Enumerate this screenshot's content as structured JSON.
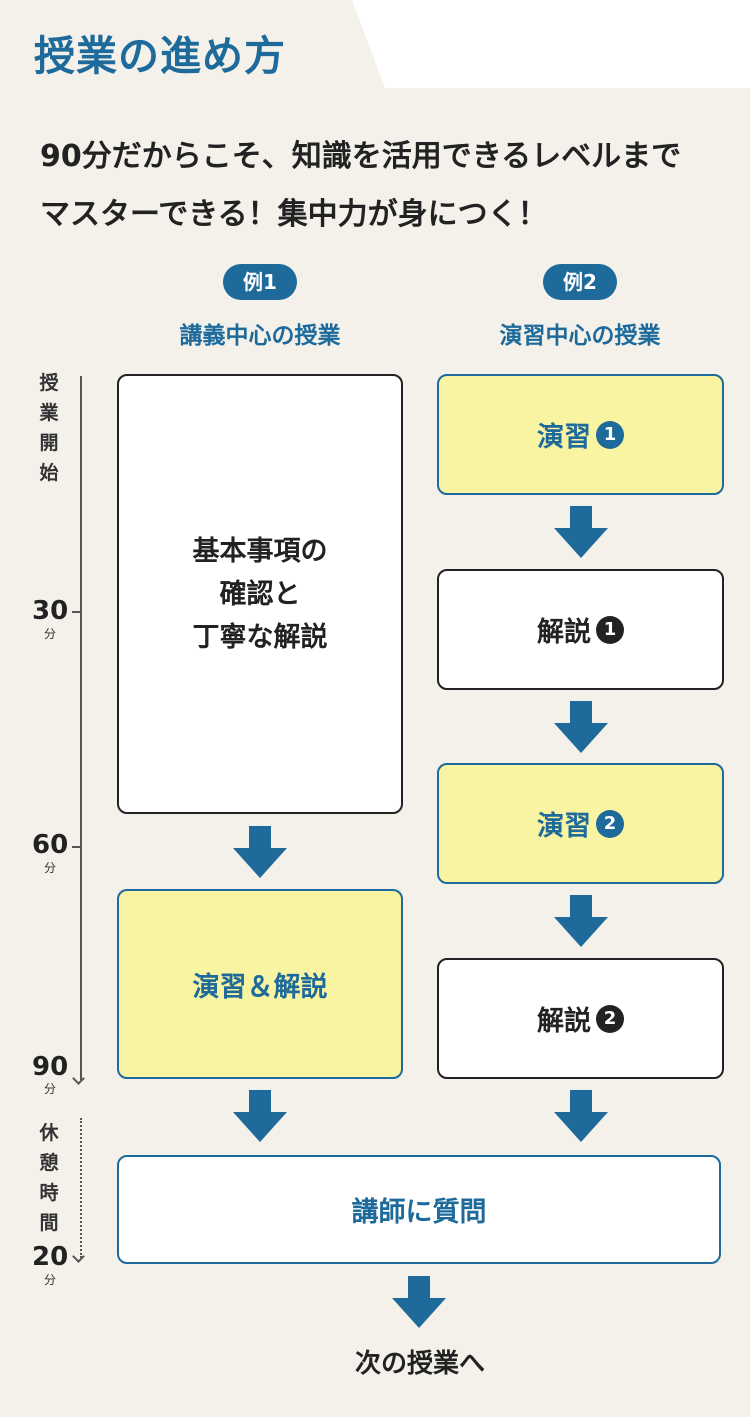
{
  "title": "授業の進め方",
  "lead": {
    "line1": "90分だからこそ、知識を活用できるレベルまで",
    "line2": "マスターできる！集中力が身につく！"
  },
  "examples": [
    {
      "badge": "例1",
      "heading": "講義中心の授業"
    },
    {
      "badge": "例2",
      "heading": "演習中心の授業"
    }
  ],
  "timeline": {
    "start_label": [
      "授",
      "業",
      "開",
      "始"
    ],
    "marks": [
      {
        "value": "30",
        "unit": "分"
      },
      {
        "value": "60",
        "unit": "分"
      },
      {
        "value": "90",
        "unit": "分"
      }
    ],
    "break_label": [
      "休",
      "憩",
      "時",
      "間"
    ],
    "break_end": {
      "value": "20",
      "unit": "分"
    }
  },
  "lecture_flow": {
    "block1_lines": [
      "基本事項の",
      "確認と",
      "丁寧な解説"
    ],
    "block2": "演習＆解説"
  },
  "practice_flow": [
    {
      "label": "演習",
      "number": "1"
    },
    {
      "label": "解説",
      "number": "1"
    },
    {
      "label": "演習",
      "number": "2"
    },
    {
      "label": "解説",
      "number": "2"
    }
  ],
  "question_box": "講師に質問",
  "next_label": "次の授業へ",
  "colors": {
    "accent_blue": "#1d6a9b",
    "highlight_yellow": "#f9f4a2",
    "panel_bg": "#f3f1ea",
    "text_dark": "#222222"
  }
}
